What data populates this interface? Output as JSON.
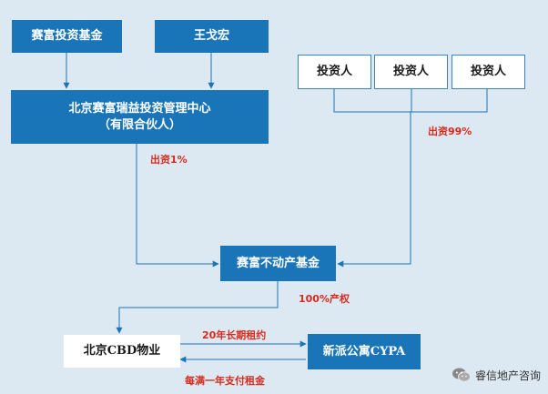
{
  "nodes": {
    "saifu_fund": "赛富投资基金",
    "wang_gehong": "王戈宏",
    "center_line1": "北京赛富瑞益投资管理中心",
    "center_line2": "（有限合伙人）",
    "investor1": "投资人",
    "investor2": "投资人",
    "investor3": "投资人",
    "real_estate_fund": "赛富不动产基金",
    "cbd_property": "北京CBD物业",
    "cypa": "新派公寓CYPA"
  },
  "labels": {
    "investment_1pct": "出资1%",
    "investment_99pct": "出资99%",
    "ownership_100pct": "100%产权",
    "lease_20y": "20年长期租约",
    "annual_rent": "每满一年支付租金"
  },
  "watermark": {
    "icon": "wechat-icon",
    "text": "睿信地产咨询"
  },
  "colors": {
    "background": "#dde9f2",
    "node_blue": "#1a75b8",
    "arrow": "#1a75b8",
    "label_red": "#d52b1e"
  }
}
